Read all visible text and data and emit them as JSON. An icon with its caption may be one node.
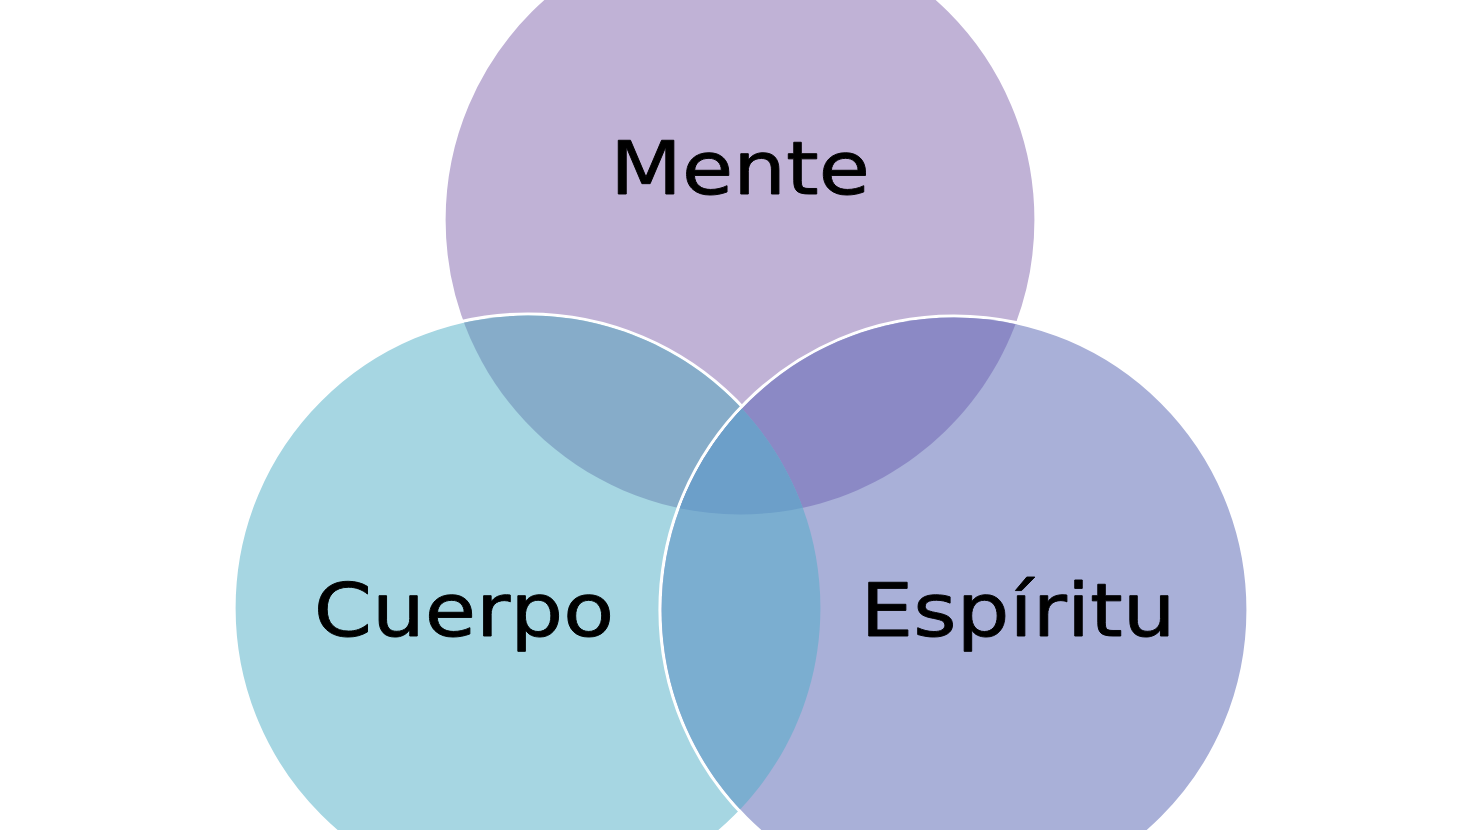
{
  "diagram": {
    "nodes": [
      {
        "text": [
          "Mente"
        ]
      },
      {
        "text": [
          "Cuerpo"
        ]
      },
      {
        "text": [
          "Espíritu"
        ]
      }
    ]
  }
}
